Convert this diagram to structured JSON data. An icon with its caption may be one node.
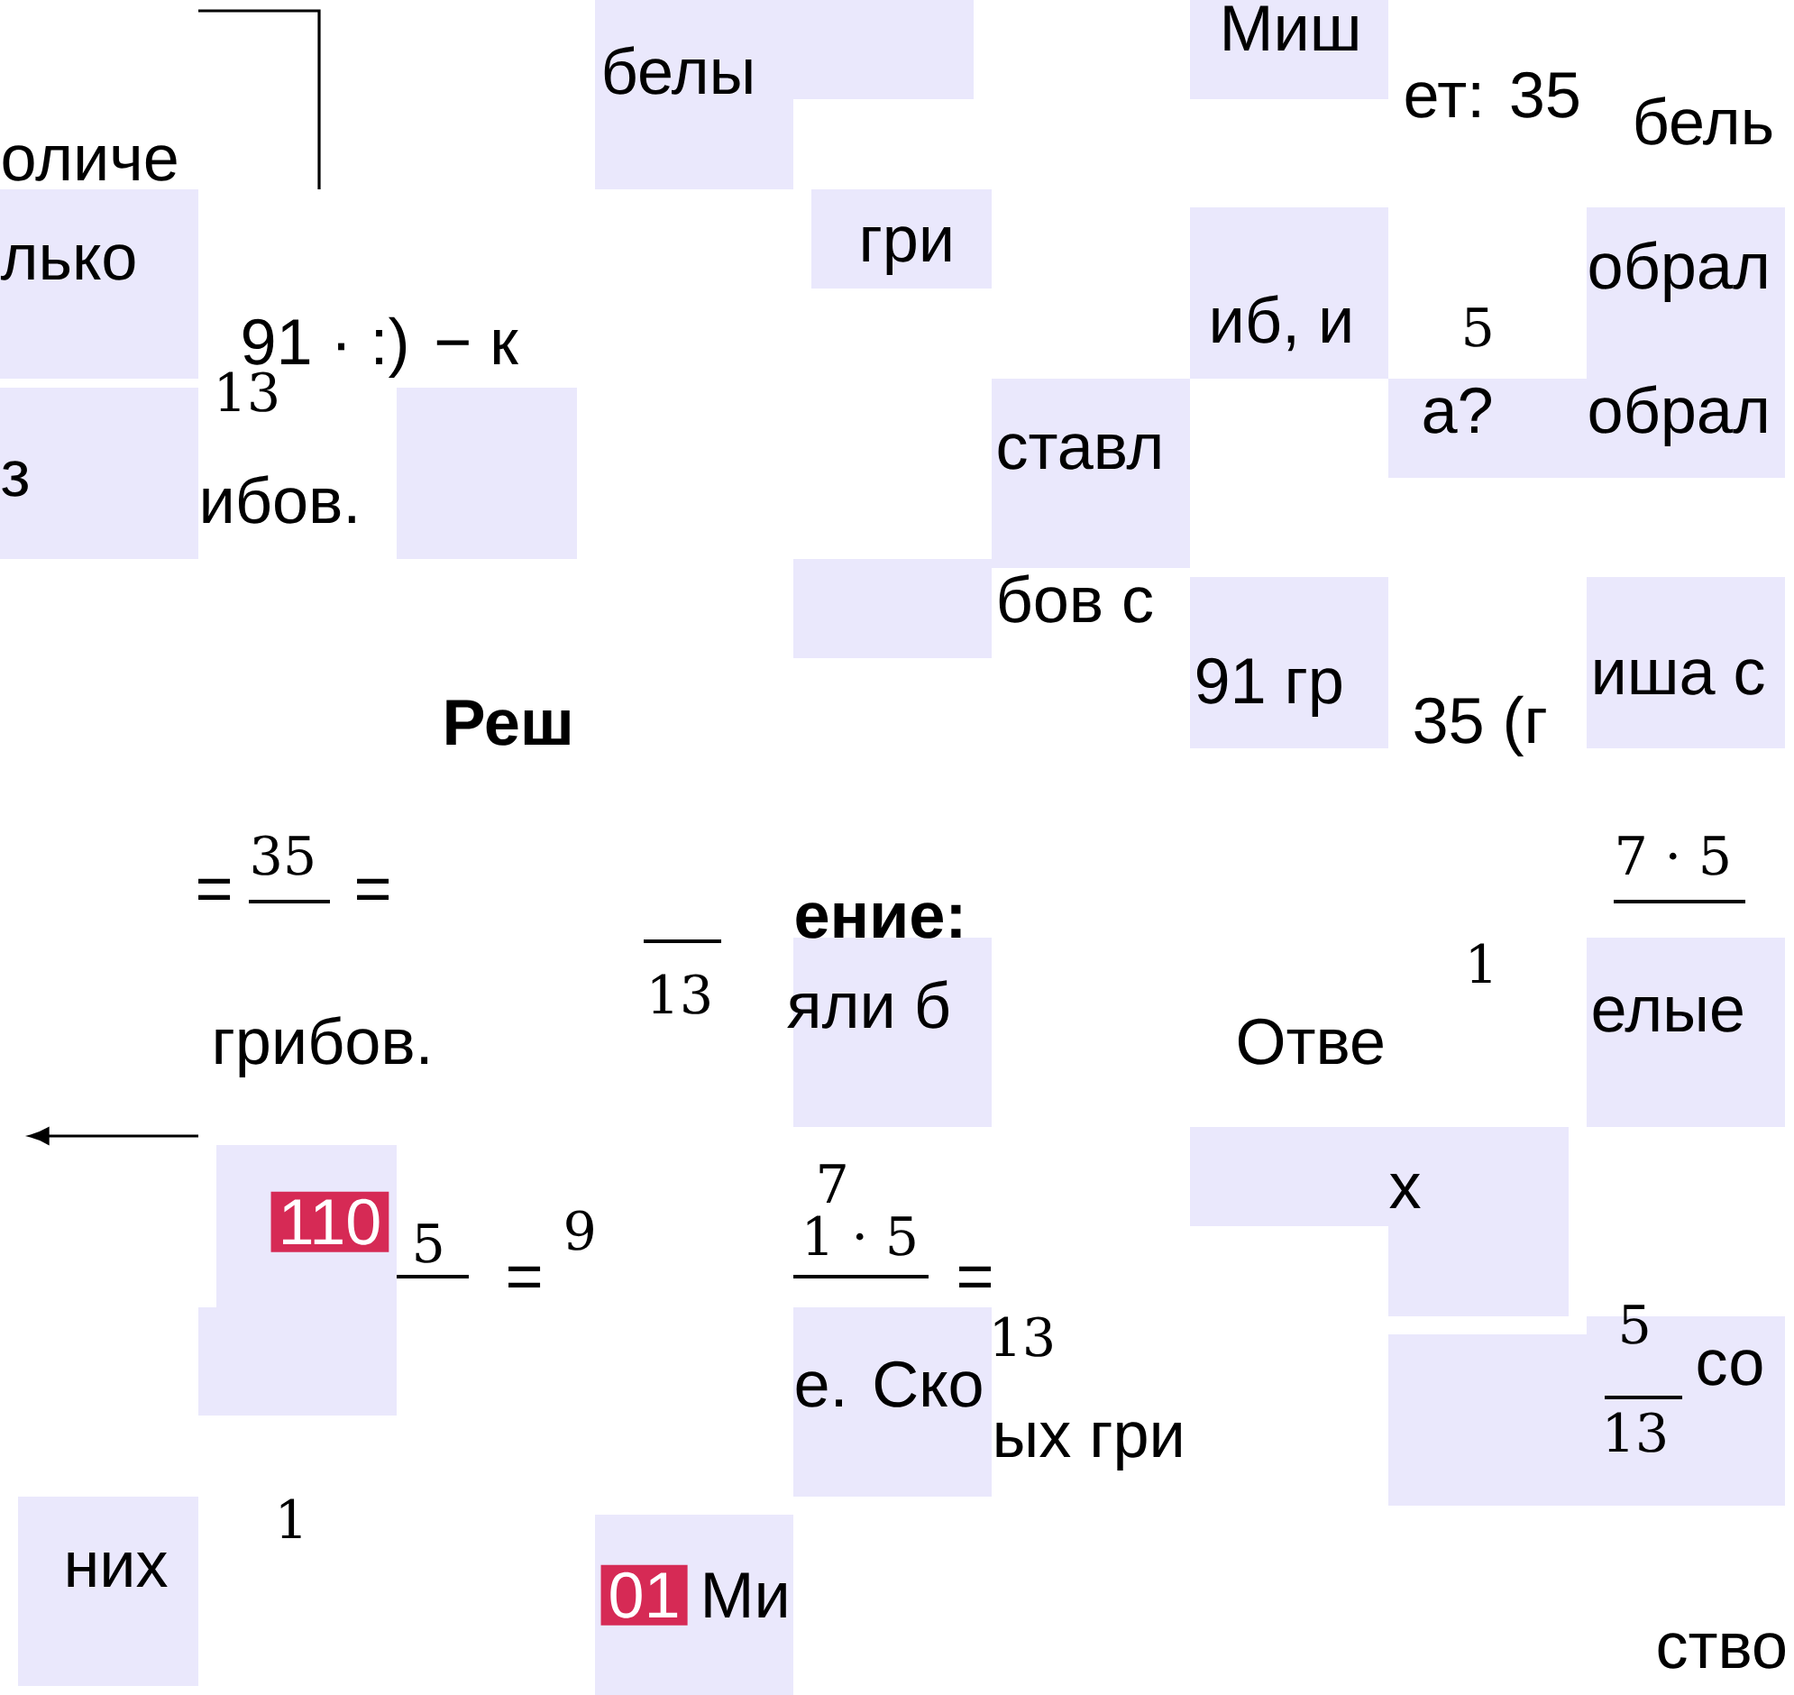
{
  "diagram": {
    "labels": [
      "белы",
      "Миш",
      "ет: 35",
      "бель",
      "оличе",
      "лько",
      "гри",
      "иб, и",
      "5",
      "обрал",
      "91 · :) − к",
      "13",
      "з",
      "ибов.",
      "ставл",
      "а?",
      "обрал",
      "бов с",
      "91 гр",
      "35 (г",
      "иша с",
      "Реш",
      "=",
      "35",
      "=",
      "7 · 5",
      "ение:",
      "1",
      "13",
      "яли б",
      "Отве",
      "елые",
      "грибов.",
      "110",
      "х",
      "5",
      "=",
      "9",
      "7",
      "1 · 5",
      "=",
      "13",
      "е. Ско",
      "5",
      "со",
      "ых гри",
      "13",
      "1",
      "них",
      "01",
      "Ми",
      "ство"
    ]
  }
}
